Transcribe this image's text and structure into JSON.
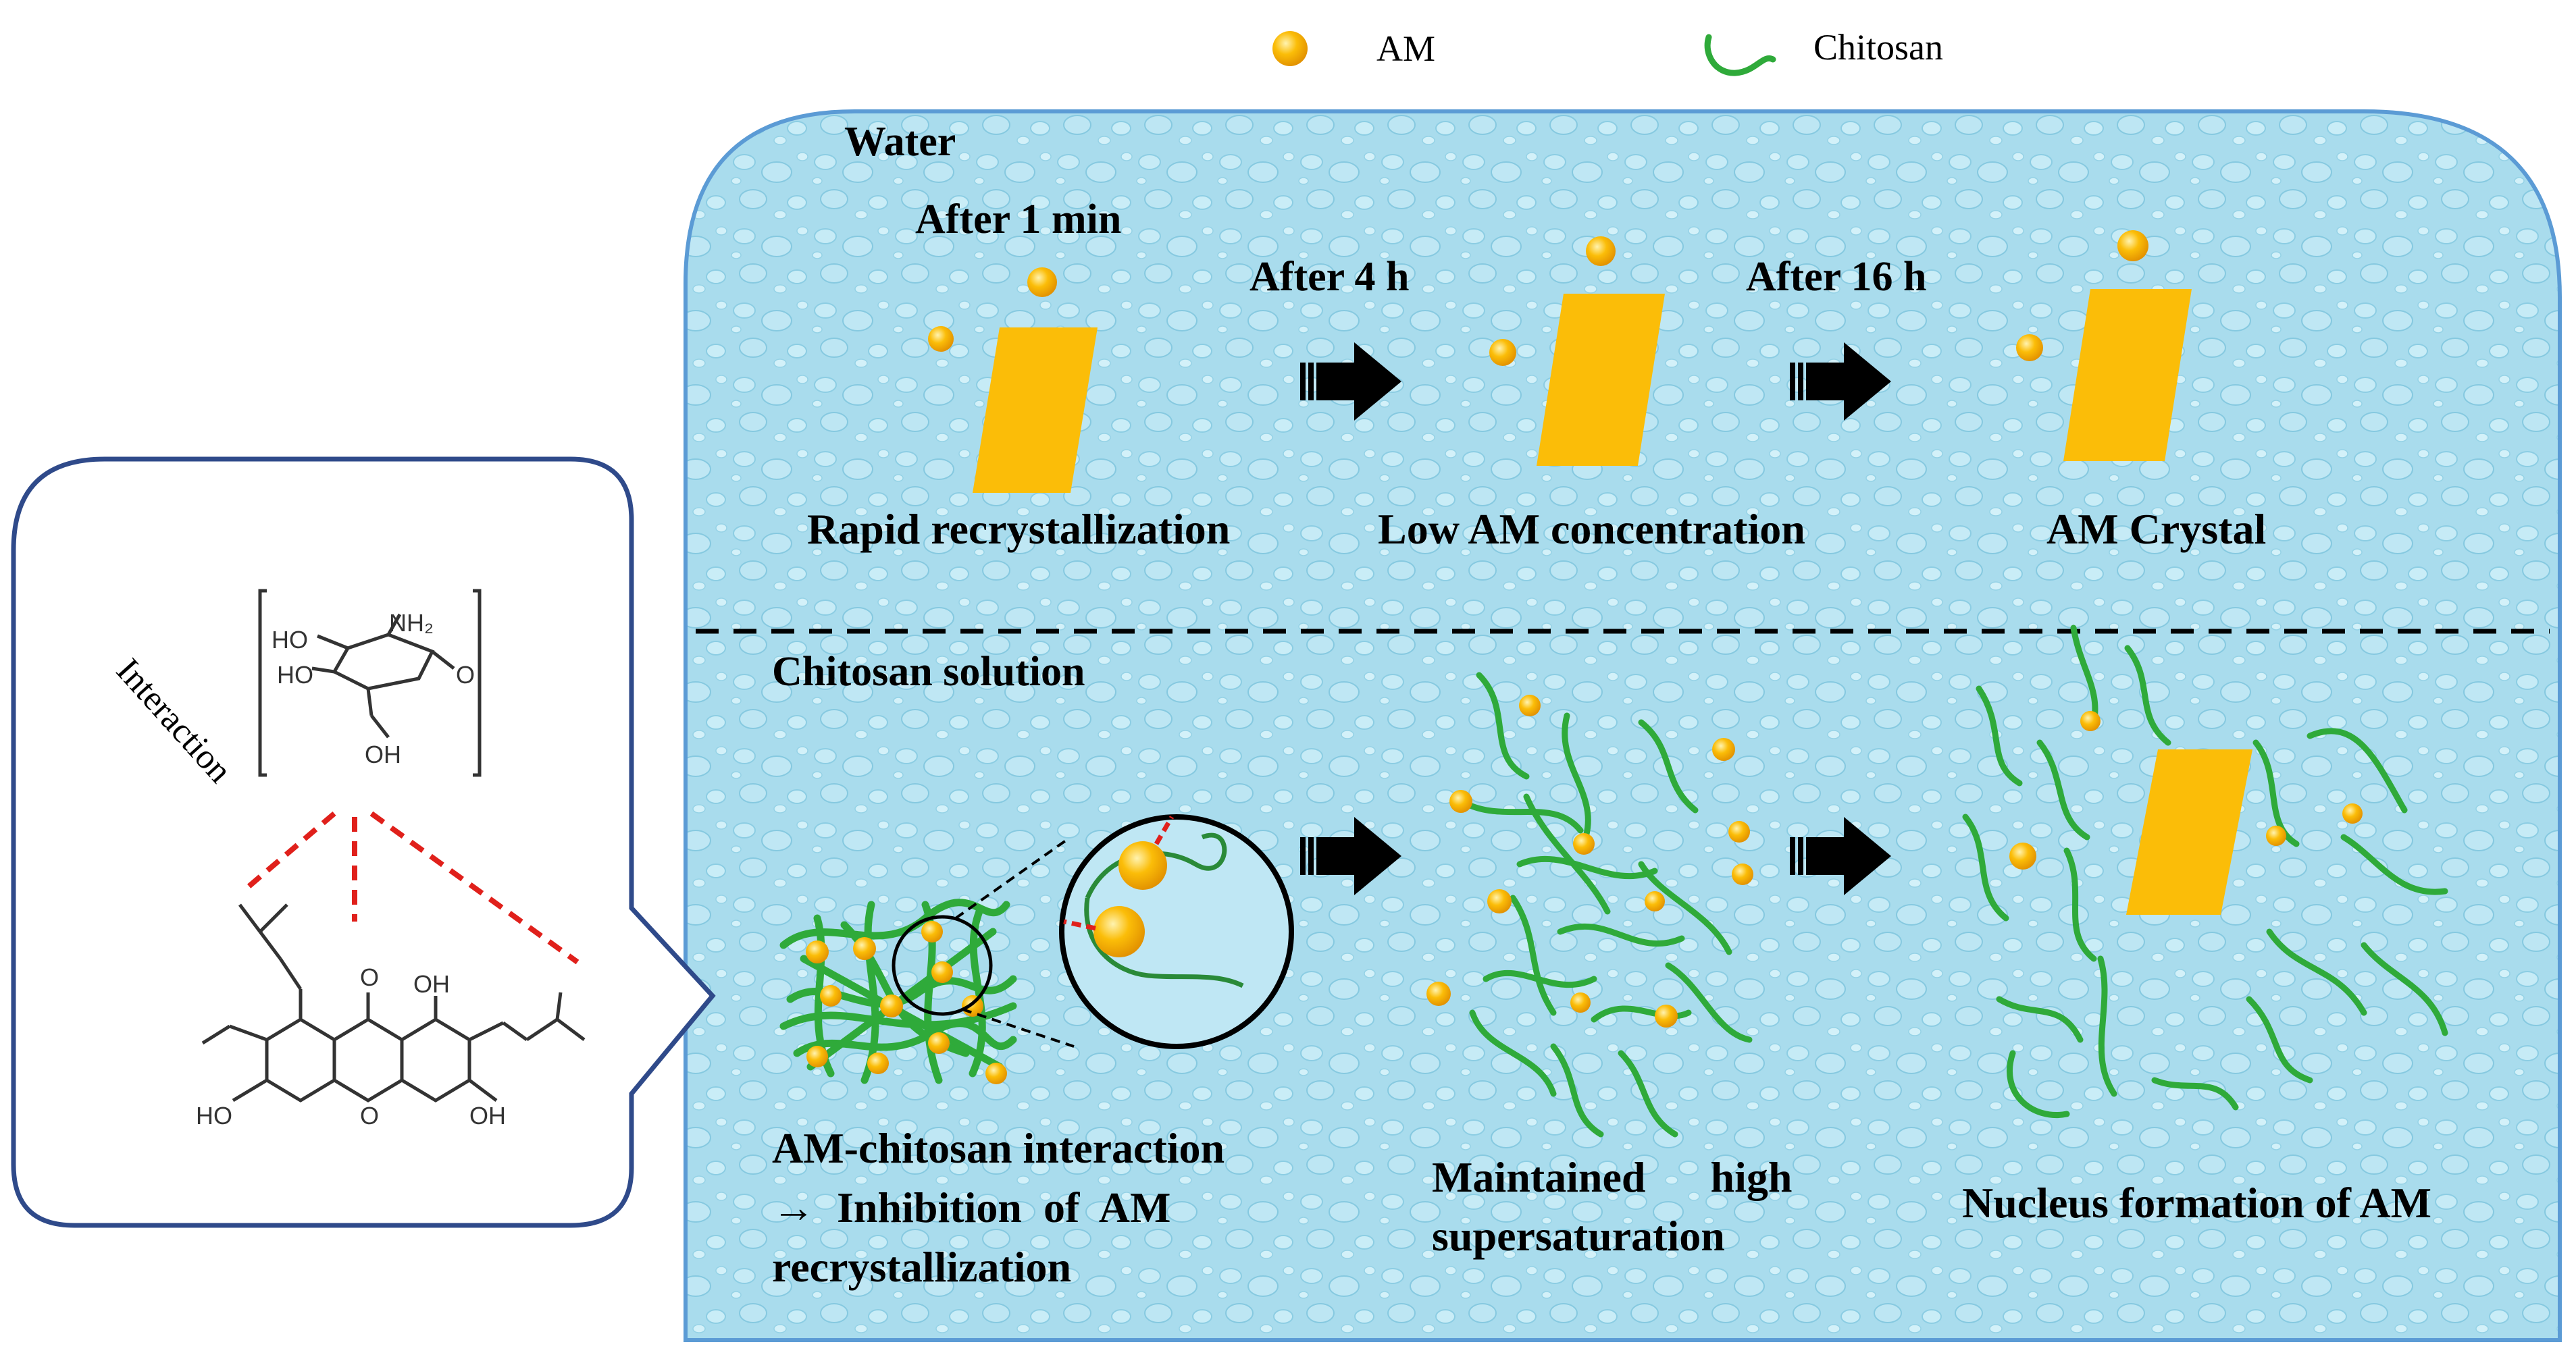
{
  "legend": {
    "am_label": "AM",
    "chitosan_label": "Chitosan"
  },
  "water_panel": {
    "title": "Water",
    "time_1": "After 1 min",
    "time_2": "After 4 h",
    "time_3": "After 16 h",
    "caption_1": "Rapid recrystallization",
    "caption_2": "Low AM concentration",
    "caption_3": "AM Crystal"
  },
  "chitosan_panel": {
    "title": "Chitosan solution",
    "caption_1_line1": "AM-chitosan interaction",
    "caption_1_line2": "→  Inhibition  of  AM",
    "caption_1_line3": "recrystallization",
    "caption_2_line1": "Maintained      high",
    "caption_2_line2": "supersaturation",
    "caption_3": "Nucleus formation of AM"
  },
  "callout": {
    "interaction_label": "Interaction",
    "chem_labels": [
      "NH₂",
      "HO",
      "HO",
      "O",
      "OH",
      "O",
      "OH",
      "HO",
      "OH",
      "O"
    ]
  },
  "colors": {
    "water_bg": "#a9dced",
    "panel_border": "#5b9bd5",
    "crystal": "#fbbd08",
    "chitosan": "#2faa3a",
    "arrow": "#000000",
    "callout_border": "#2f4a8a",
    "interaction_line": "#e0201b"
  }
}
